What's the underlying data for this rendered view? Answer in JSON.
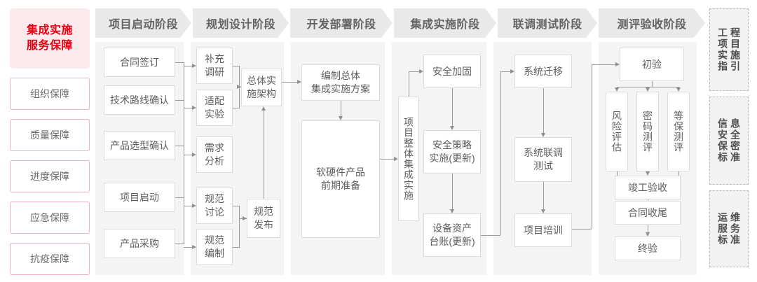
{
  "left_sidebar": {
    "title": "集成实施\n服务保障",
    "title_line1": "集成实施",
    "title_line2": "服务保障",
    "accent_color": "#e60012",
    "title_bg": "#fbe9ec",
    "items": [
      {
        "label": "组织保障"
      },
      {
        "label": "质量保障"
      },
      {
        "label": "进度保障"
      },
      {
        "label": "应急保障"
      },
      {
        "label": "抗疫保障"
      }
    ]
  },
  "phases": [
    {
      "id": "p1",
      "header": "项目启动阶段"
    },
    {
      "id": "p2",
      "header": "规划设计阶段"
    },
    {
      "id": "p3",
      "header": "开发部署阶段"
    },
    {
      "id": "p4",
      "header": "集成实施阶段"
    },
    {
      "id": "p5",
      "header": "联调测试阶段"
    },
    {
      "id": "p6",
      "header": "测评验收阶段"
    }
  ],
  "nodes": {
    "p1": [
      {
        "label": "合同签订"
      },
      {
        "label": "技术路线确认"
      },
      {
        "label": "产品选型确认"
      },
      {
        "label": "项目启动"
      },
      {
        "label": "产品采购"
      }
    ],
    "p2": [
      {
        "label": "补充\n调研",
        "l1": "补充",
        "l2": "调研"
      },
      {
        "label": "适配\n实验",
        "l1": "适配",
        "l2": "实验"
      },
      {
        "label": "需求\n分析",
        "l1": "需求",
        "l2": "分析"
      },
      {
        "label": "规范\n讨论",
        "l1": "规范",
        "l2": "讨论"
      },
      {
        "label": "规范\n编制",
        "l1": "规范",
        "l2": "编制"
      },
      {
        "label": "总体实\n施架构",
        "l1": "总体实",
        "l2": "施架构"
      },
      {
        "label": "规范\n发布",
        "l1": "规范",
        "l2": "发布"
      }
    ],
    "p3": [
      {
        "label": "编制总体\n集成实施方案",
        "l1": "编制总体",
        "l2": "集成实施方案"
      },
      {
        "label": "软硬件产品\n前期准备",
        "l1": "软硬件产品",
        "l2": "前期准备"
      }
    ],
    "p4": [
      {
        "label": "项目整体集成实施"
      },
      {
        "label": "安全加固"
      },
      {
        "label": "安全策略\n实施(更新)",
        "l1": "安全策略",
        "l2": "实施(更新)"
      },
      {
        "label": "设备资产\n台账(更新)",
        "l1": "设备资产",
        "l2": "台账(更新)"
      }
    ],
    "p5": [
      {
        "label": "系统迁移"
      },
      {
        "label": "系统联调\n测试",
        "l1": "系统联调",
        "l2": "测试"
      },
      {
        "label": "项目培训"
      }
    ],
    "p6": [
      {
        "label": "初验"
      },
      {
        "label": "风险评估"
      },
      {
        "label": "密码测评"
      },
      {
        "label": "等保测评"
      },
      {
        "label": "竣工验收"
      },
      {
        "label": "合同收尾"
      },
      {
        "label": "终验"
      }
    ]
  },
  "right_sidebar": {
    "items": [
      {
        "label": "工程项目实施指引",
        "col_right": "程目施引",
        "col_left": "工项实指"
      },
      {
        "label": "信息安全保密标准",
        "col_right": "息全密准",
        "col_left": "信安保标"
      },
      {
        "label": "运维服务标准",
        "col_right": "维务准",
        "col_left": "运服标"
      }
    ]
  },
  "colors": {
    "panel_bg": "#f4f4f4",
    "header_bg": "#e9e9e9",
    "node_border": "#dcdcdc",
    "connector": "#9a9a9a",
    "text": "#5e5e5e"
  }
}
